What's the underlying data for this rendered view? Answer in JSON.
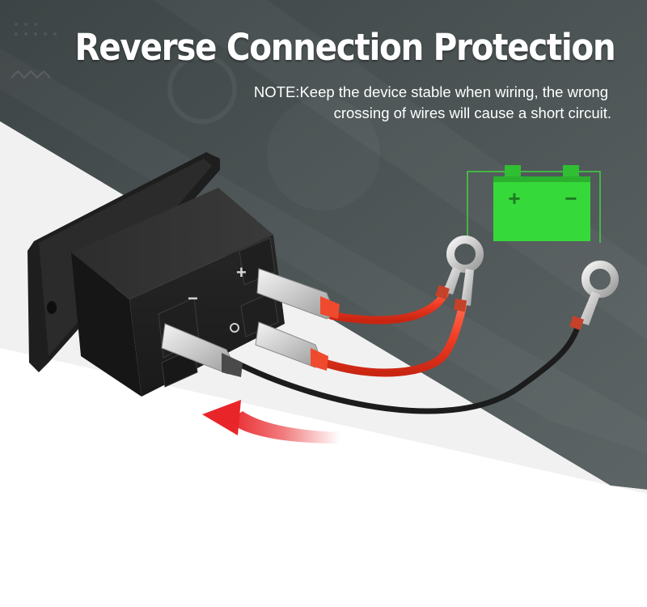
{
  "header": {
    "title": "Reverse Connection Protection",
    "note_line1": "NOTE:Keep the device stable when wiring, the wrong",
    "note_line2": "crossing of wires will cause a short circuit."
  },
  "battery": {
    "positive_symbol": "+",
    "negative_symbol": "−",
    "color": "#35d93a"
  },
  "socket": {
    "positive_mark": "+",
    "negative_mark": "−"
  },
  "colors": {
    "background_dark": "#4a5151",
    "wire_red": "#ef3b24",
    "wire_black": "#1c1c1c",
    "arrow_red": "#e8262a"
  },
  "icons": {
    "battery": "battery-icon",
    "arrow": "curved-arrow-icon"
  }
}
